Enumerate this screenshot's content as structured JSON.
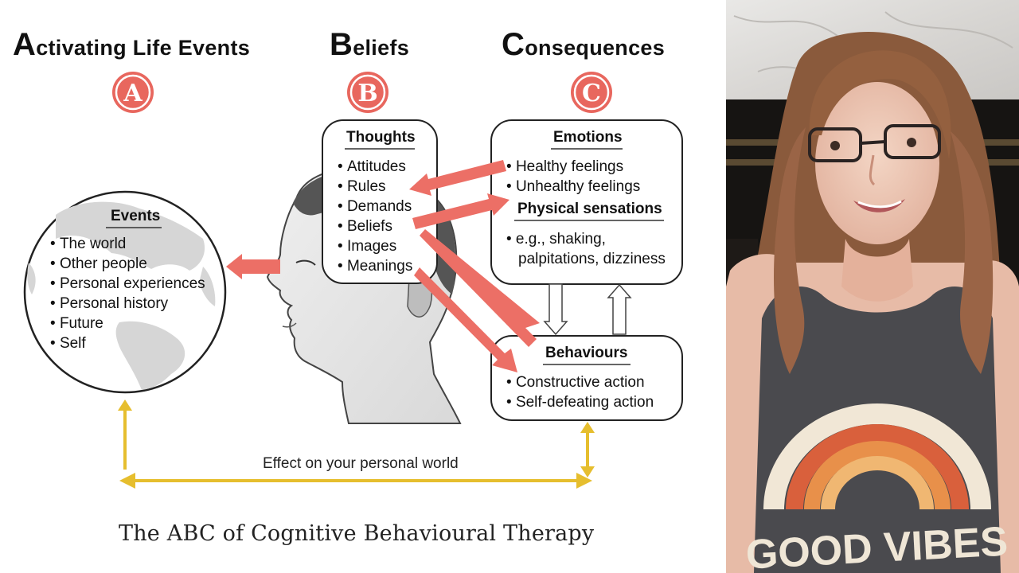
{
  "diagram": {
    "columns": [
      {
        "initial": "A",
        "rest": "ctivating Life Events",
        "badge": "A"
      },
      {
        "initial": "B",
        "rest": "eliefs",
        "badge": "B"
      },
      {
        "initial": "C",
        "rest": "onsequences",
        "badge": "C"
      }
    ],
    "events": {
      "title": "Events",
      "items": [
        "The world",
        "Other people",
        "Personal experiences",
        "Personal history",
        "Future",
        "Self"
      ]
    },
    "thoughts": {
      "title": "Thoughts",
      "items": [
        "Attitudes",
        "Rules",
        "Demands",
        "Beliefs",
        "Images",
        "Meanings"
      ]
    },
    "emotions": {
      "title": "Emotions",
      "items": [
        "Healthy feelings",
        "Unhealthy feelings"
      ],
      "sub_title": "Physical sensations",
      "sub_line1": "• e.g., shaking,",
      "sub_line2": "palpitations, dizziness"
    },
    "behaviours": {
      "title": "Behaviours",
      "items": [
        "Constructive action",
        "Self-defeating action"
      ]
    },
    "effect_label": "Effect on your personal world",
    "caption": "The ABC of Cognitive Behavioural Therapy",
    "colors": {
      "arrow_red": "#ec6f66",
      "arrow_yellow": "#e6be2e",
      "badge_red": "#e8675e"
    }
  },
  "webcam": {
    "shirt_text": "GOOD VIBES"
  }
}
